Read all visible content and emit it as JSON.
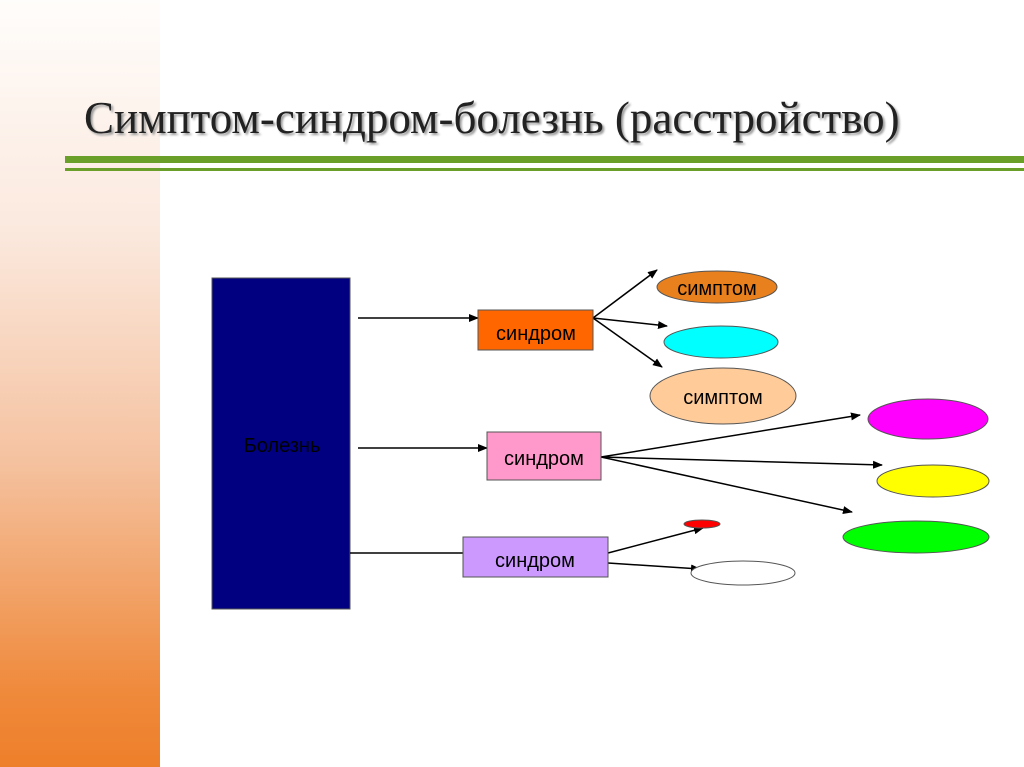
{
  "title": "Симптом-синдром-болезнь (расстройство)",
  "diagram": {
    "disease": {
      "label": "Болезнь",
      "color": "#000080"
    },
    "syndromes": [
      {
        "label": "синдром",
        "color": "#FF6600"
      },
      {
        "label": "синдром",
        "color": "#FF99CC"
      },
      {
        "label": "синдром",
        "color": "#CC99FF"
      }
    ],
    "symptoms": [
      {
        "label": "симптом",
        "color": "#E8801E"
      },
      {
        "label": "",
        "color": "#00FFFF"
      },
      {
        "label": "симптом",
        "color": "#FFCC99"
      },
      {
        "label": "",
        "color": "#FF00FF"
      },
      {
        "label": "",
        "color": "#FFFF00"
      },
      {
        "label": "",
        "color": "#00FF00"
      },
      {
        "label": "",
        "color": "#FF0000"
      },
      {
        "label": "",
        "color": "#FFFFFF"
      }
    ],
    "accent": "#6A9F2A"
  }
}
